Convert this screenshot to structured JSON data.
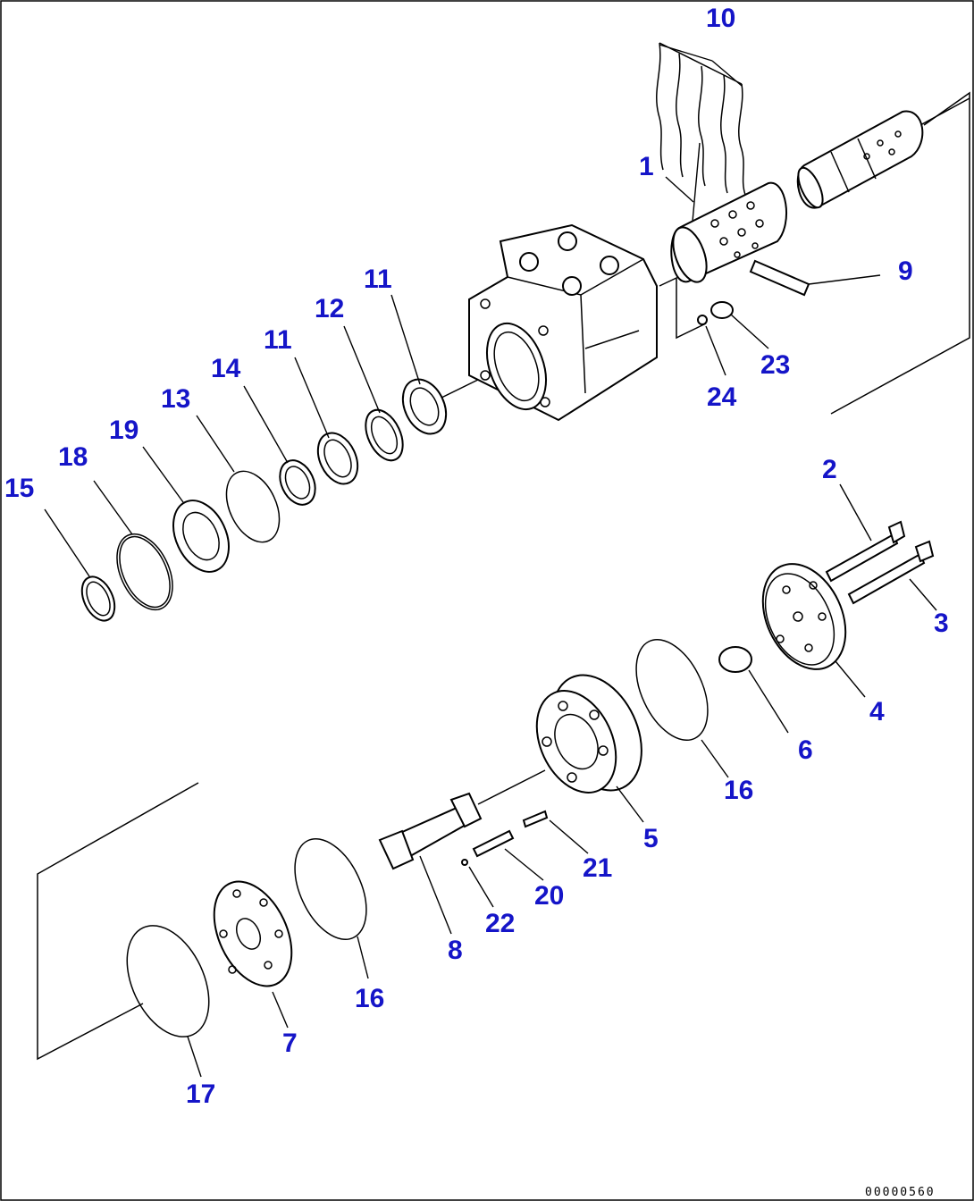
{
  "colors": {
    "callout": "#1515c8",
    "line": "#000000",
    "background": "#ffffff"
  },
  "drawing_code": "00000560",
  "callouts": {
    "c1": "1",
    "c2": "2",
    "c3": "3",
    "c4": "4",
    "c5": "5",
    "c6": "6",
    "c7": "7",
    "c8": "8",
    "c9": "9",
    "c10": "10",
    "c11a": "11",
    "c11b": "11",
    "c12": "12",
    "c13": "13",
    "c14": "14",
    "c15": "15",
    "c16a": "16",
    "c16b": "16",
    "c17": "17",
    "c18": "18",
    "c19": "19",
    "c20": "20",
    "c21": "21",
    "c22": "22",
    "c23": "23",
    "c24": "24"
  }
}
